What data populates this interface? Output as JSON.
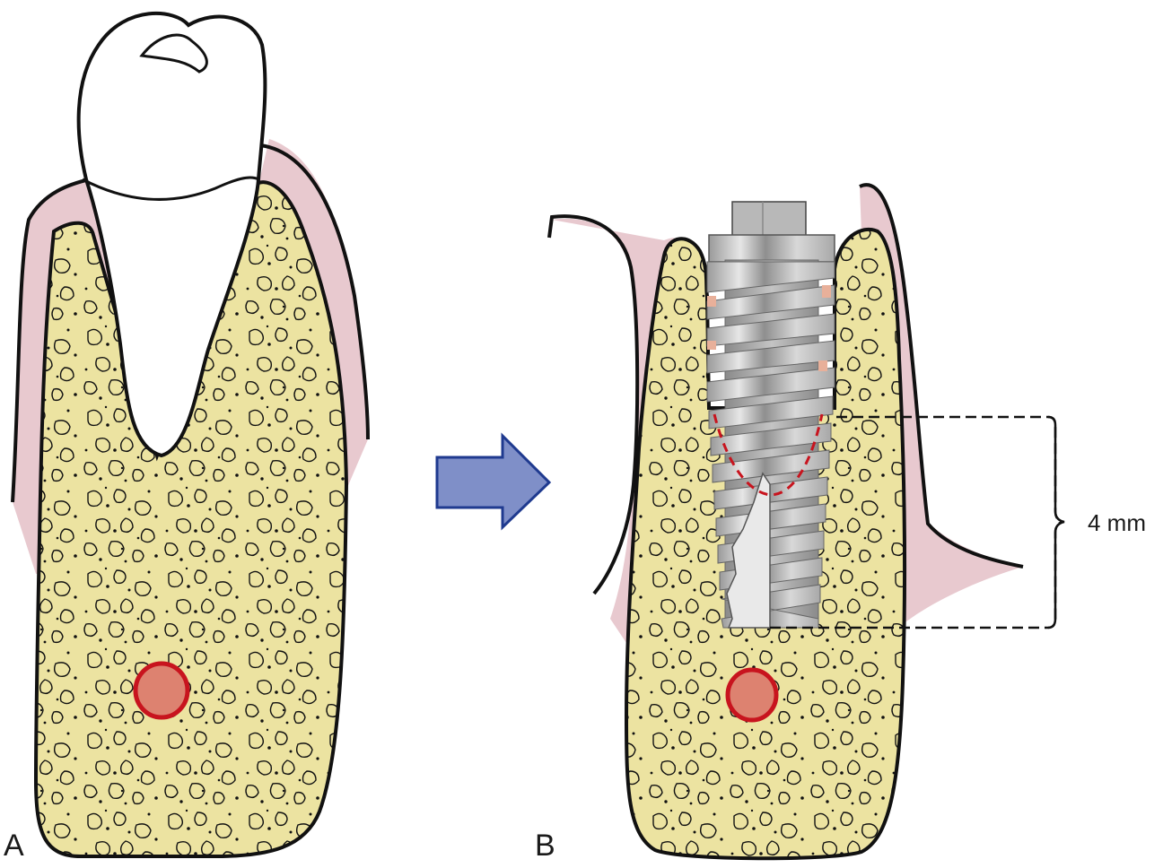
{
  "panels": {
    "a": "A",
    "b": "B"
  },
  "measurement": {
    "label": "4 mm"
  },
  "colors": {
    "bone": "#ece3a1",
    "gingiva": "#e8c9cf",
    "nerve_canal_fill": "#dd8270",
    "nerve_canal_outline": "#c8141e",
    "arrow": "#7f8fc8",
    "arrow_outline": "#1f3a8f",
    "implant_metal": "#cfcfcf",
    "outline": "#111111"
  },
  "icons": {
    "arrow": "right-arrow-icon"
  }
}
